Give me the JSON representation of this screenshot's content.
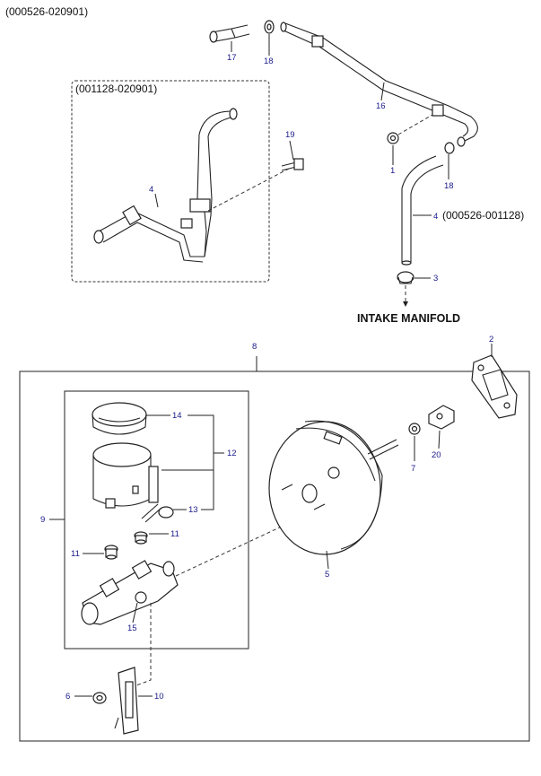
{
  "header": {
    "code": "(000526-020901)"
  },
  "inset": {
    "code": "(001128-020901)"
  },
  "annotations": {
    "hose4_code": "(000526-001128)",
    "destination": "INTAKE MANIFOLD"
  },
  "callouts": {
    "p1": "1",
    "p2": "2",
    "p3": "3",
    "p4_inset": "4",
    "p4_main": "4",
    "p5": "5",
    "p6": "6",
    "p7": "7",
    "p8": "8",
    "p9": "9",
    "p10": "10",
    "p11_left": "11",
    "p11_right": "11",
    "p12": "12",
    "p13": "13",
    "p14": "14",
    "p15": "15",
    "p16": "16",
    "p17": "17",
    "p18_top": "18",
    "p18_right": "18",
    "p19": "19",
    "p20": "20"
  }
}
